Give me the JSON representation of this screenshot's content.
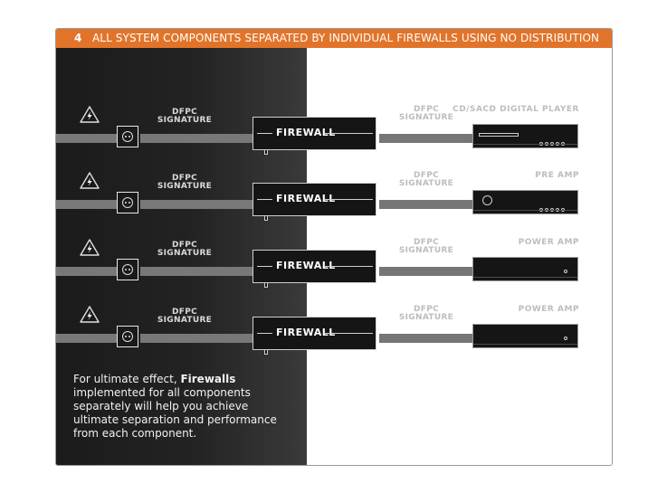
{
  "header": {
    "number": "4",
    "title": "ALL SYSTEM COMPONENTS SEPARATED BY INDIVIDUAL FIREWALLS USING NO DISTRIBUTION UNIT"
  },
  "colors": {
    "header": "#e2742a",
    "dark_panel": "#1b1b1b",
    "cable": "#787878"
  },
  "icons": {
    "power": "lightning-bolt-icon",
    "outlet": "power-outlet-icon"
  },
  "cable_label_line1": "DFPC",
  "cable_label_line2": "SIGNATURE",
  "firewall_label": "FIREWALL",
  "rows": [
    {
      "device": "CD/SACD DIGITAL PLAYER",
      "device_type": "cd-player"
    },
    {
      "device": "PRE AMP",
      "device_type": "pre-amp"
    },
    {
      "device": "POWER AMP",
      "device_type": "power-amp"
    },
    {
      "device": "POWER AMP",
      "device_type": "power-amp"
    }
  ],
  "footnote": {
    "pre": "For ultimate effect, ",
    "bold": "Firewalls",
    "post": " implemented for all components separately will help you achieve ultimate separation and performance from each component."
  }
}
